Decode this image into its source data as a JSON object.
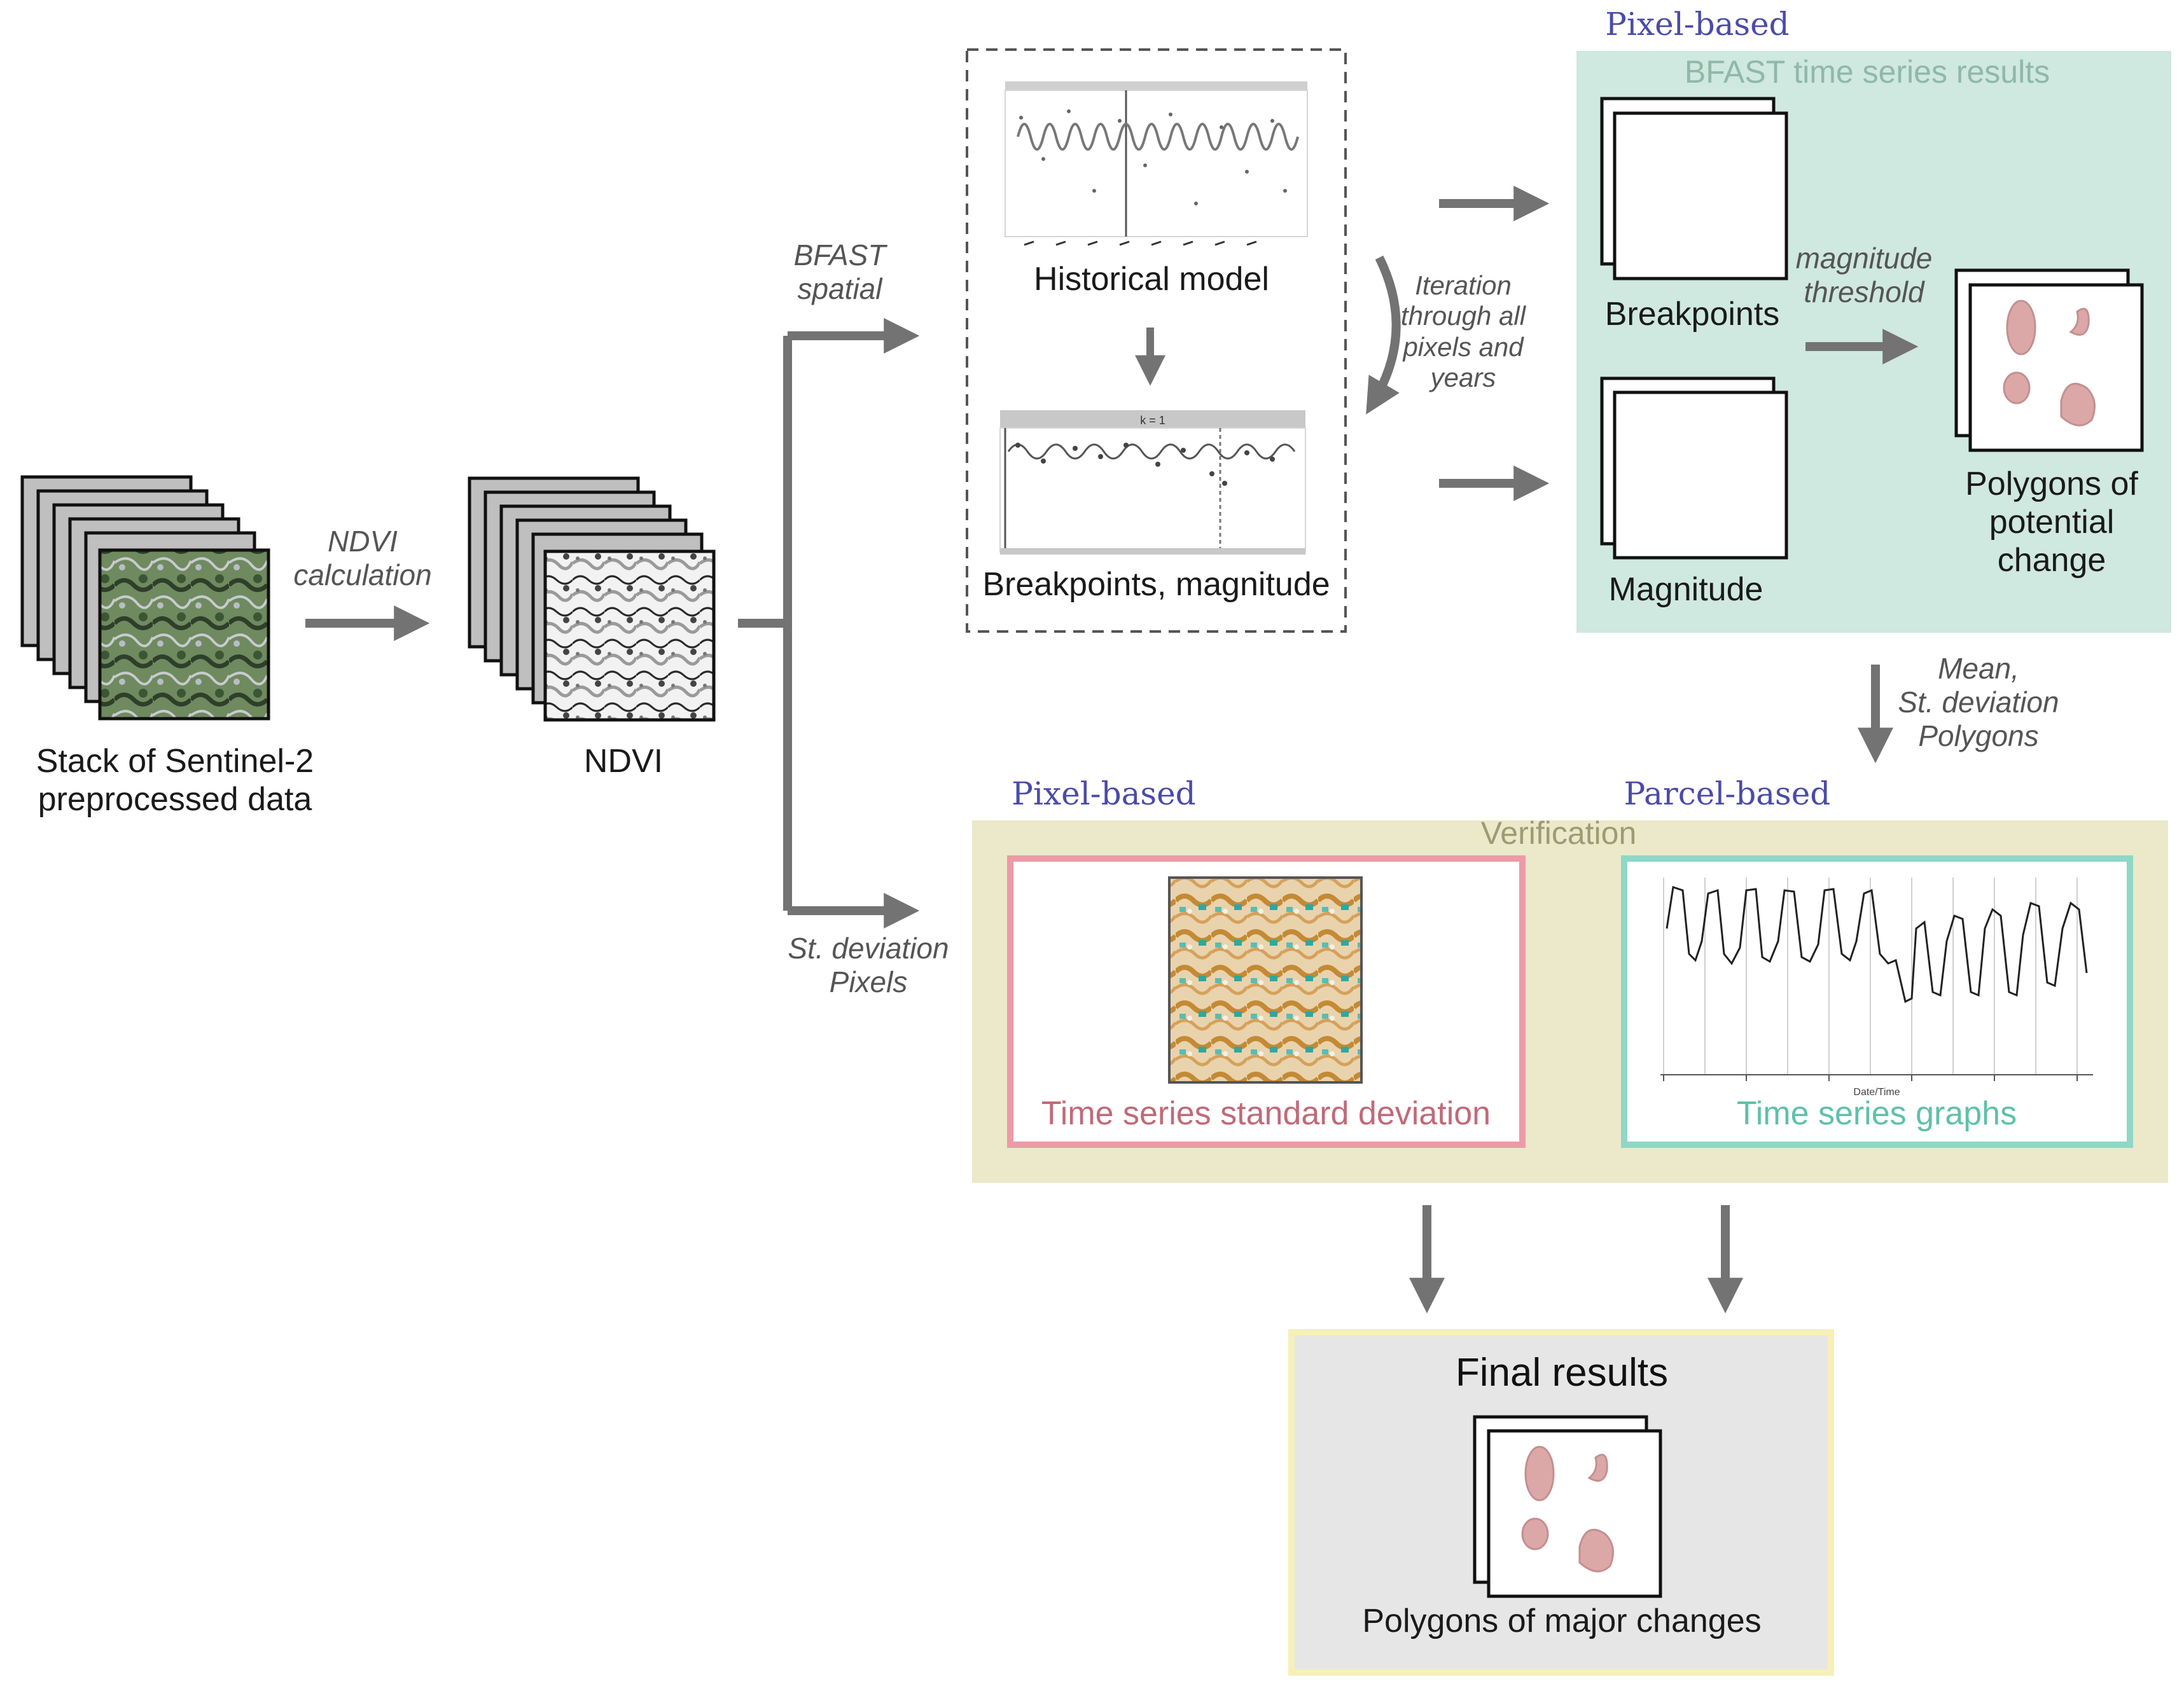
{
  "input": {
    "stack_label": "Stack of Sentinel-2\npreprocessed data"
  },
  "steps": {
    "ndvi_calc": "NDVI\ncalculation",
    "ndvi_label": "NDVI",
    "bfast_spatial": "BFAST\nspatial",
    "stdev_pixels": "St. deviation\nPixels",
    "iteration": "Iteration\nthrough all\npixels and\nyears",
    "mean_stdev": "Mean,\nSt. deviation\nPolygons"
  },
  "model_box": {
    "historical": "Historical model",
    "breakpoints_magnitude": "Breakpoints, magnitude",
    "mini_header": "k = 1"
  },
  "bfast_results": {
    "section": "Pixel-based",
    "title": "BFAST time series results",
    "breakpoints": "Breakpoints",
    "magnitude": "Magnitude",
    "threshold": "magnitude\nthreshold",
    "polygons": "Polygons of\npotential change"
  },
  "verification": {
    "title": "Verification",
    "pixel_section": "Pixel-based",
    "parcel_section": "Parcel-based",
    "stdev_caption": "Time series standard deviation",
    "graphs_caption": "Time series graphs",
    "date_axis": "Date/Time"
  },
  "final": {
    "title": "Final results",
    "polygons": "Polygons of major changes"
  },
  "colors": {
    "arrow": "#737373",
    "bfast_bg": "#cfe8e0",
    "verify_bg": "#ebe9c9",
    "final_bg": "#e6e6e6",
    "final_border": "#f6f0b8",
    "pink_border": "#ec9ba6",
    "teal_border": "#8fd7c6",
    "blob": "#dba7a7"
  }
}
